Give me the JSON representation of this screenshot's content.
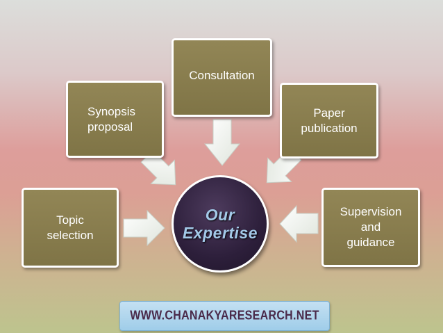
{
  "center": {
    "label": "Our\nExpertise"
  },
  "boxes": {
    "topic": "Topic\nselection",
    "synopsis": "Synopsis\nproposal",
    "consultation": "Consultation",
    "paper": "Paper\npublication",
    "supervision": "Supervision\nand\nguidance"
  },
  "footer": {
    "website": "WWW.CHANAKYARESEARCH.NET"
  },
  "colors": {
    "box_fill": "#8a7e50",
    "arrow_fill": "#f0f3ee",
    "center_fill": "#2d1f3b",
    "center_text": "#a3c9e8"
  }
}
